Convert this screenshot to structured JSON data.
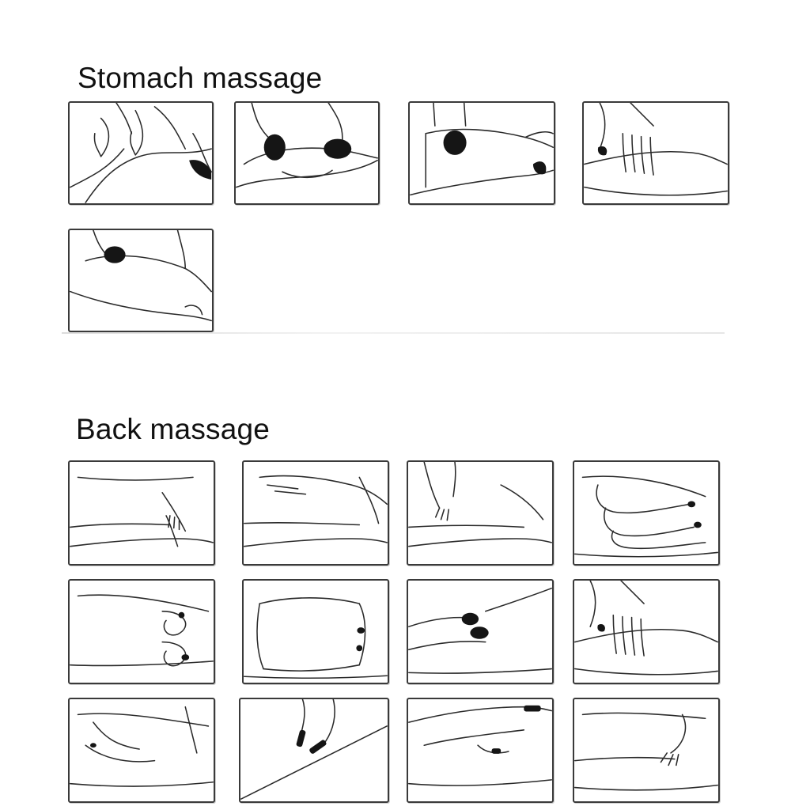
{
  "sections": {
    "stomach": {
      "title": "Stomach massage",
      "step_count": 5
    },
    "back": {
      "title": "Back massage",
      "step_count": 12
    }
  },
  "colors": {
    "line_art": "#2a2a2a",
    "stone": "#151515",
    "frame": "#3a3a3a",
    "background": "#ffffff"
  }
}
